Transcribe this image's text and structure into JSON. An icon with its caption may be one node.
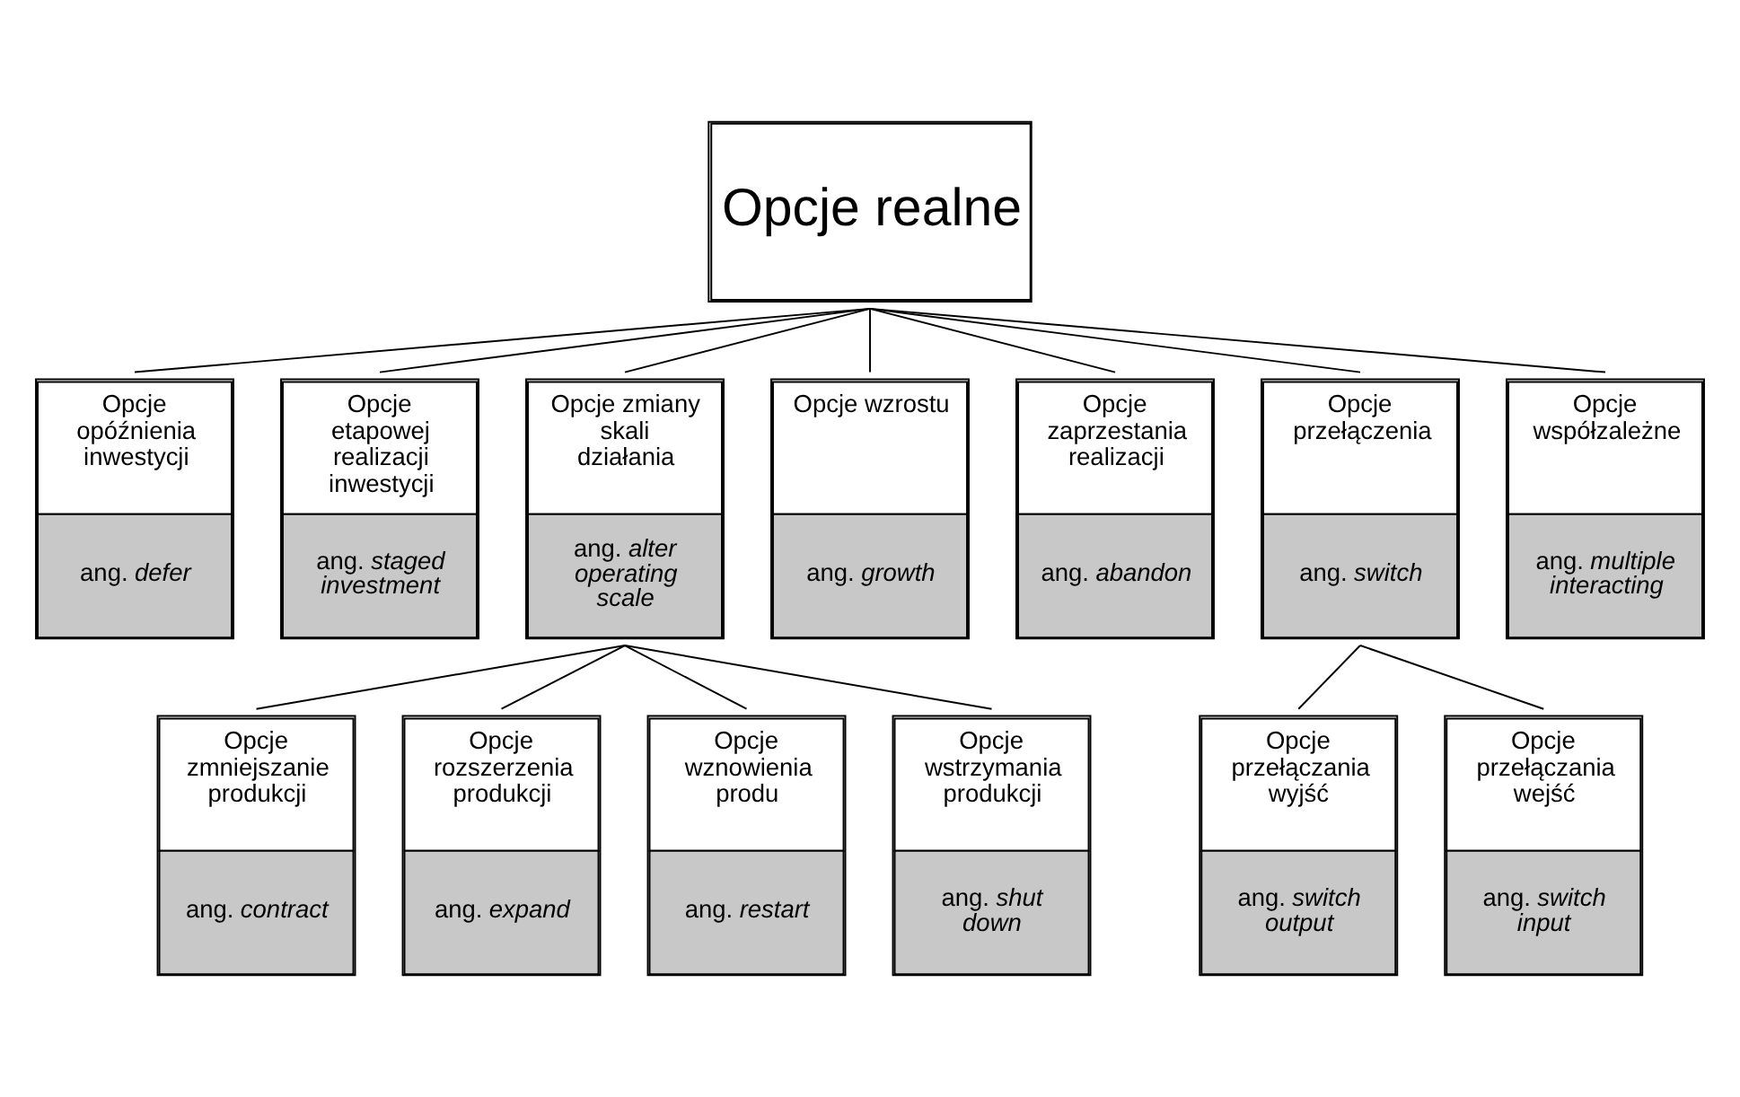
{
  "diagram": {
    "nodes": [
      {
        "text": [
          "Opcje realne"
        ]
      },
      {
        "text": [
          "Opcje opóźnienia inwestycji",
          "ang. *defer*"
        ]
      },
      {
        "text": [
          "Opcje etapowej realizacji inwestycji",
          "ang. *staged investment*"
        ]
      },
      {
        "text": [
          "Opcje zmiany skali działania",
          "ang. *alter operating scale*"
        ]
      },
      {
        "text": [
          "Opcje wzrostu",
          "ang. *growth*"
        ]
      },
      {
        "text": [
          "Opcje zaprzestania realizacji",
          "ang. *abandon*"
        ]
      },
      {
        "text": [
          "Opcje przełączenia",
          "ang. *switch*"
        ]
      },
      {
        "text": [
          "Opcje współzależne",
          "ang. *multiple interacting*"
        ]
      },
      {
        "text": [
          "Opcje zmniejszanie produkcji",
          "ang. *contract*"
        ]
      },
      {
        "text": [
          "Opcje rozszerzenia produkcji",
          "ang. *expand*"
        ]
      },
      {
        "text": [
          "Opcje wznowienia produ",
          "ang. *restart*"
        ]
      },
      {
        "text": [
          "Opcje wstrzymania produkcji",
          "ang. *shut down*"
        ]
      },
      {
        "text": [
          "Opcje przełączania wyjść",
          "ang. *switch output*"
        ]
      },
      {
        "text": [
          "Opcje przełączania wejść",
          "ang. *switch input*"
        ]
      }
    ],
    "edges": [
      {
        "from": 0,
        "to": 1,
        "arrow": "none"
      },
      {
        "from": 0,
        "to": 2,
        "arrow": "none"
      },
      {
        "from": 0,
        "to": 3,
        "arrow": "none"
      },
      {
        "from": 0,
        "to": 4,
        "arrow": "none"
      },
      {
        "from": 0,
        "to": 5,
        "arrow": "none"
      },
      {
        "from": 0,
        "to": 6,
        "arrow": "none"
      },
      {
        "from": 0,
        "to": 7,
        "arrow": "none"
      },
      {
        "from": 3,
        "to": 8,
        "arrow": "none"
      },
      {
        "from": 3,
        "to": 9,
        "arrow": "none"
      },
      {
        "from": 3,
        "to": 10,
        "arrow": "none"
      },
      {
        "from": 3,
        "to": 11,
        "arrow": "none"
      },
      {
        "from": 6,
        "to": 12,
        "arrow": "none"
      },
      {
        "from": 6,
        "to": 13,
        "arrow": "none"
      }
    ]
  }
}
